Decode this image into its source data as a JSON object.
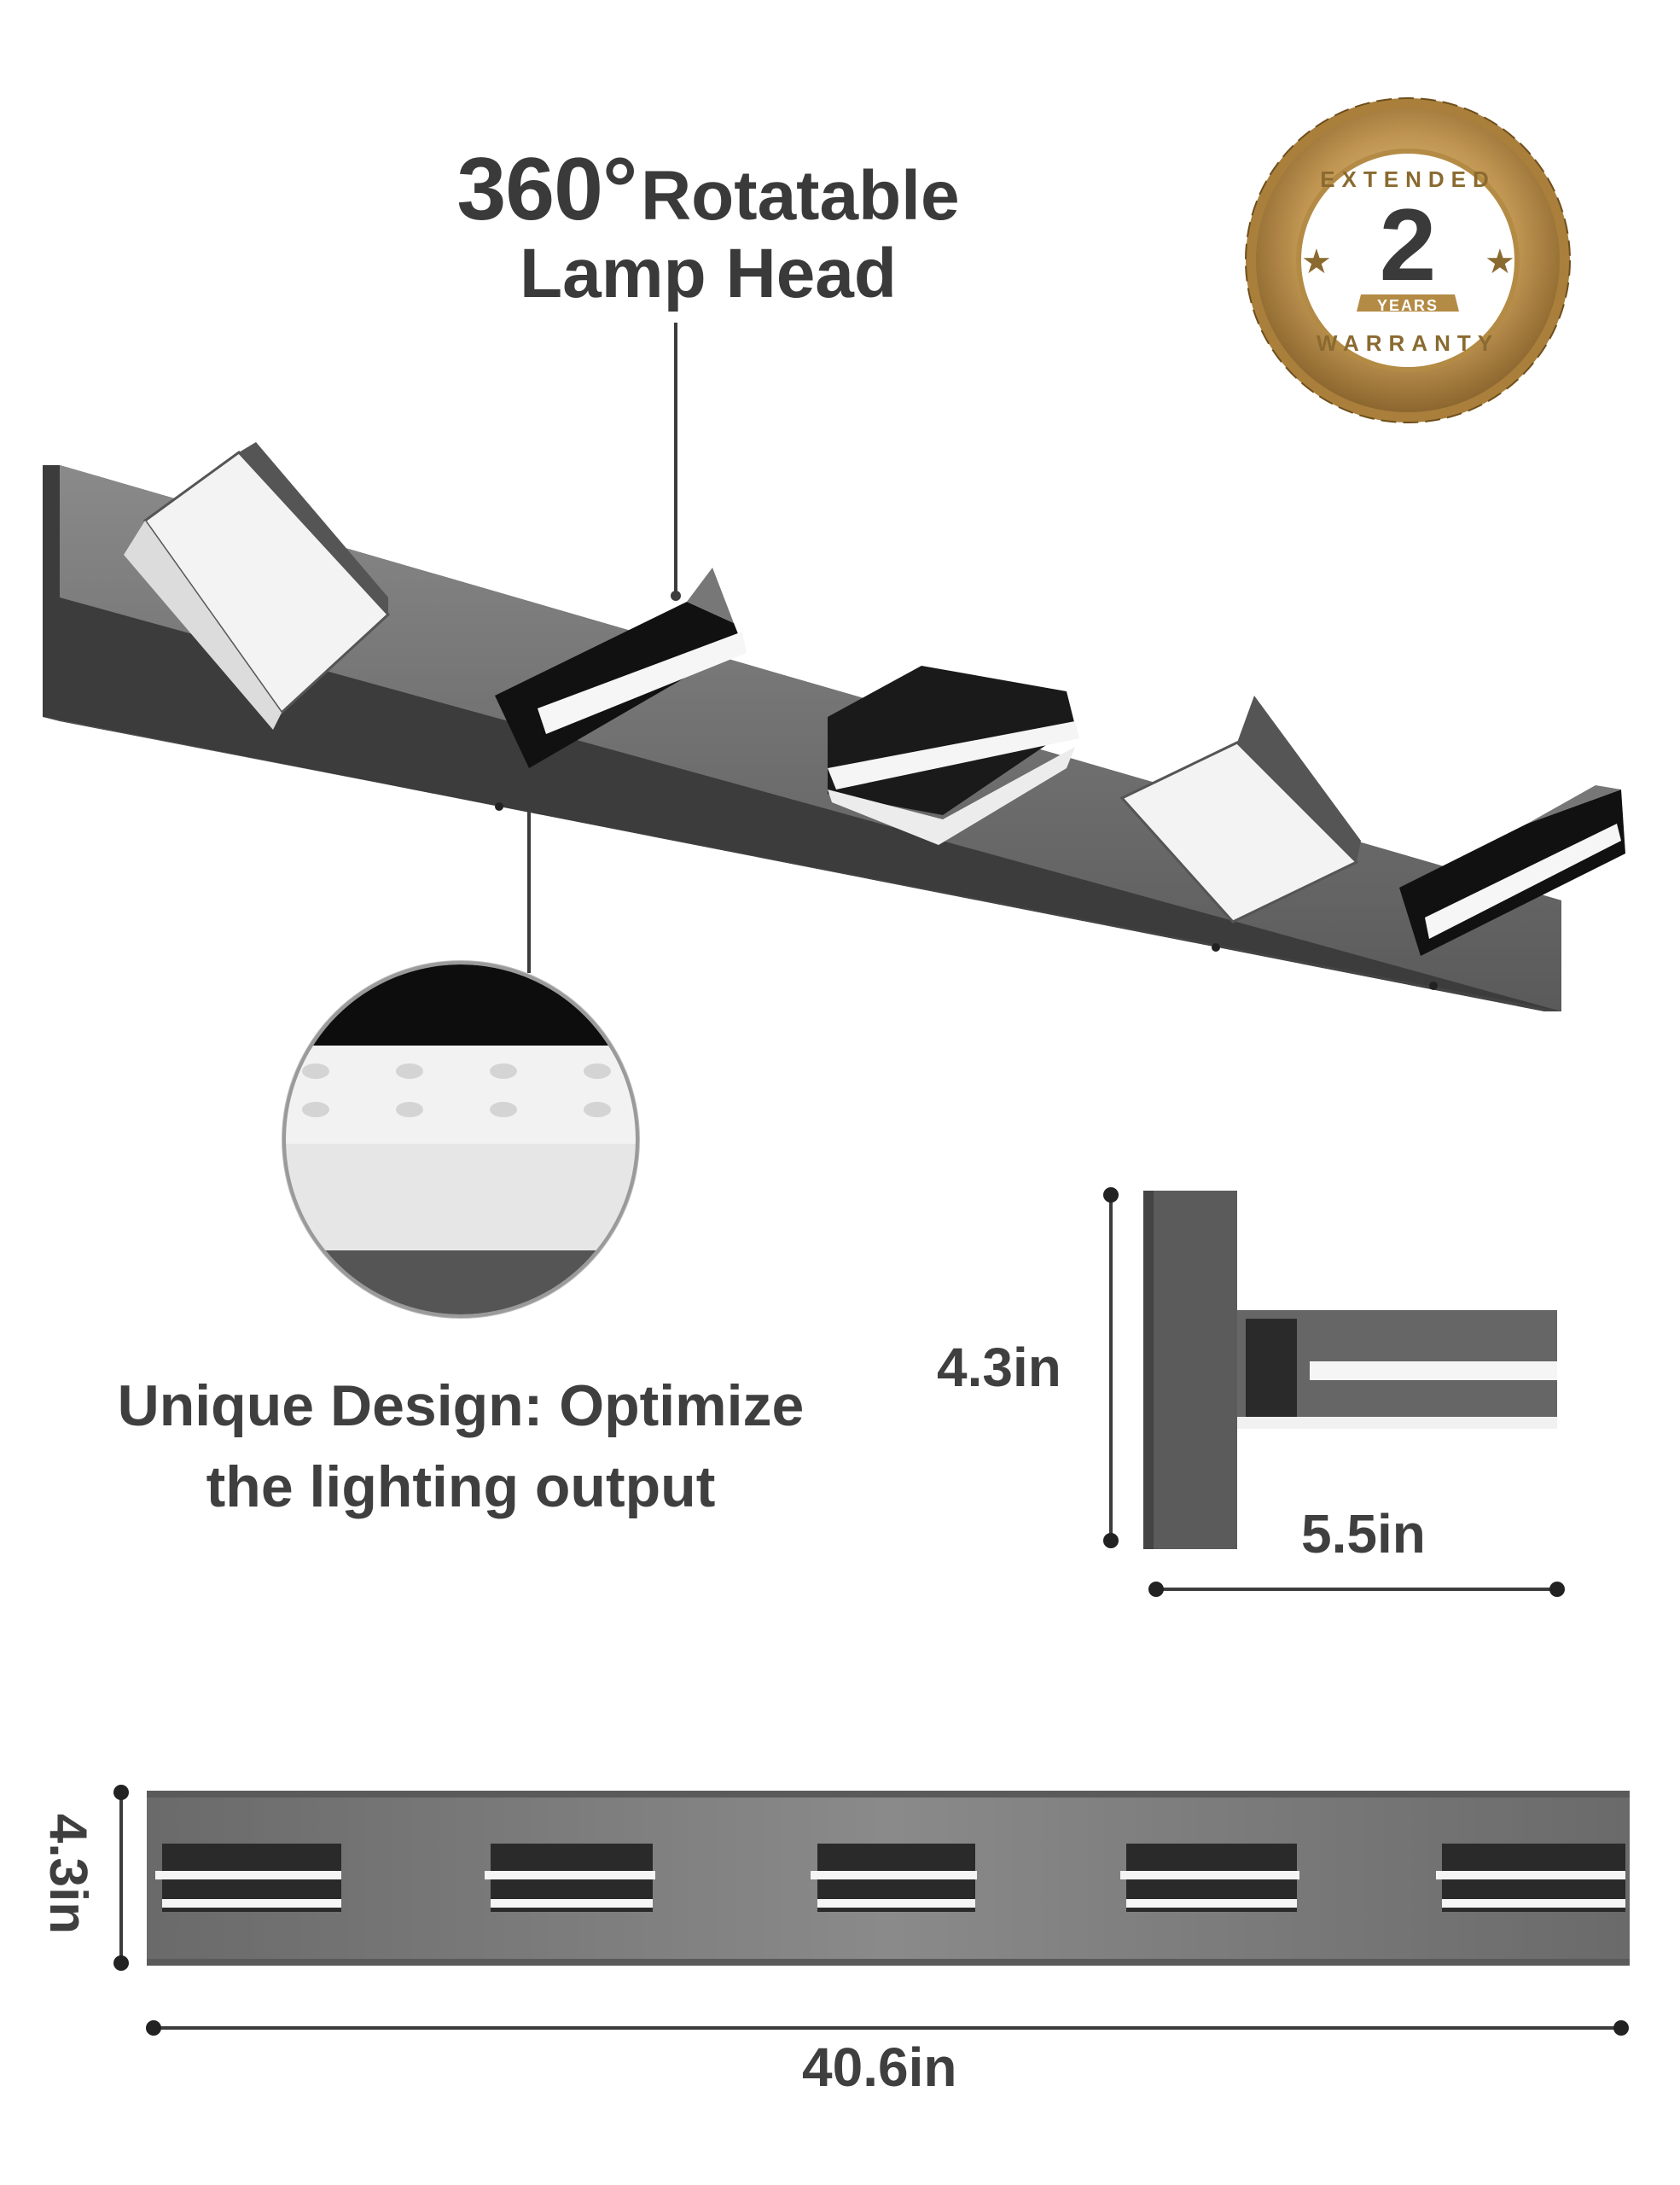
{
  "headline": {
    "big": "360°",
    "rest": "Rotatable",
    "line2": "Lamp Head"
  },
  "badge": {
    "top": "EXTENDED",
    "number": "2",
    "unit": "YEARS",
    "bottom": "WARRANTY"
  },
  "description": {
    "line1": "Unique Design: Optimize",
    "line2": "the lighting output"
  },
  "dimensions": {
    "side_height": "4.3in",
    "side_depth": "5.5in",
    "front_height": "4.3in",
    "front_length": "40.6in"
  },
  "colors": {
    "fixture": "#707070",
    "fixture_dark": "#3c3c3c",
    "light": "#f4f4f4",
    "text": "#3d3d3d",
    "gold": "#b8904a"
  }
}
